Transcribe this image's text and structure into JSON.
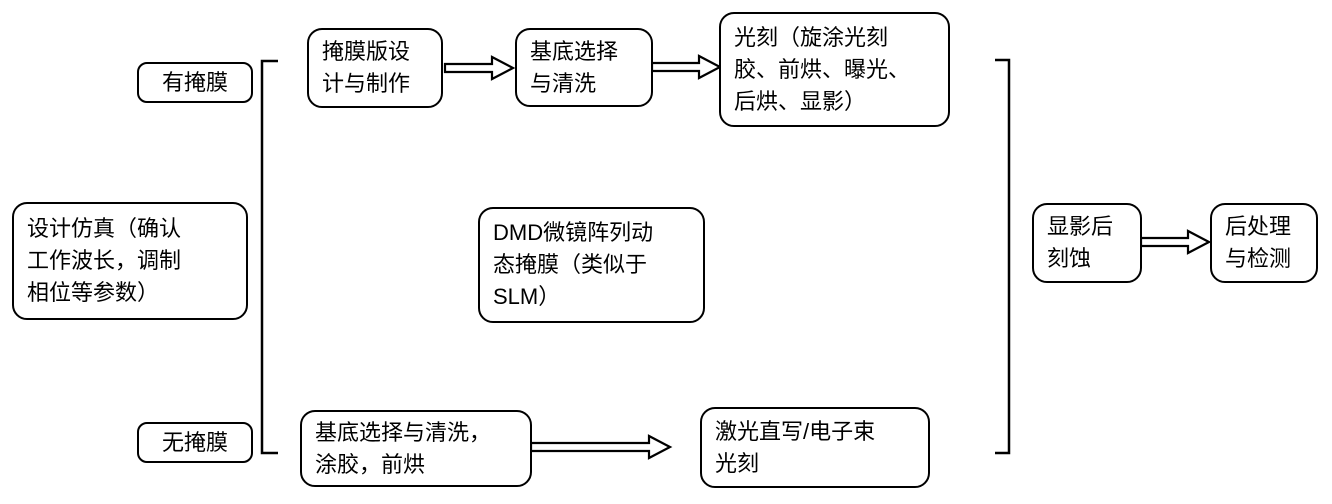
{
  "branch_labels": {
    "with_mask": "有掩膜",
    "without_mask": "无掩膜"
  },
  "nodes": {
    "design_sim": {
      "lines": [
        "设计仿真（确认",
        "工作波长，调制",
        "相位等参数）"
      ]
    },
    "mask_design": {
      "lines": [
        "掩膜版设",
        "计与制作"
      ]
    },
    "substrate_clean": {
      "lines": [
        "基底选择",
        "与清洗"
      ]
    },
    "lithography": {
      "lines": [
        "光刻（旋涂光刻",
        "胶、前烘、曝光、",
        "后烘、显影）"
      ]
    },
    "dmd_mask": {
      "lines": [
        "DMD微镜阵列动",
        "态掩膜（类似于",
        "SLM）"
      ]
    },
    "substrate_coat": {
      "lines": [
        "基底选择与清洗，",
        "涂胶，前烘"
      ]
    },
    "direct_write": {
      "lines": [
        "激光直写/电子束",
        "光刻"
      ]
    },
    "etch": {
      "lines": [
        "显影后",
        "刻蚀"
      ]
    },
    "post_process": {
      "lines": [
        "后处理",
        "与检测"
      ]
    }
  },
  "colors": {
    "stroke": "#000000",
    "fill": "#ffffff",
    "text": "#000000"
  }
}
